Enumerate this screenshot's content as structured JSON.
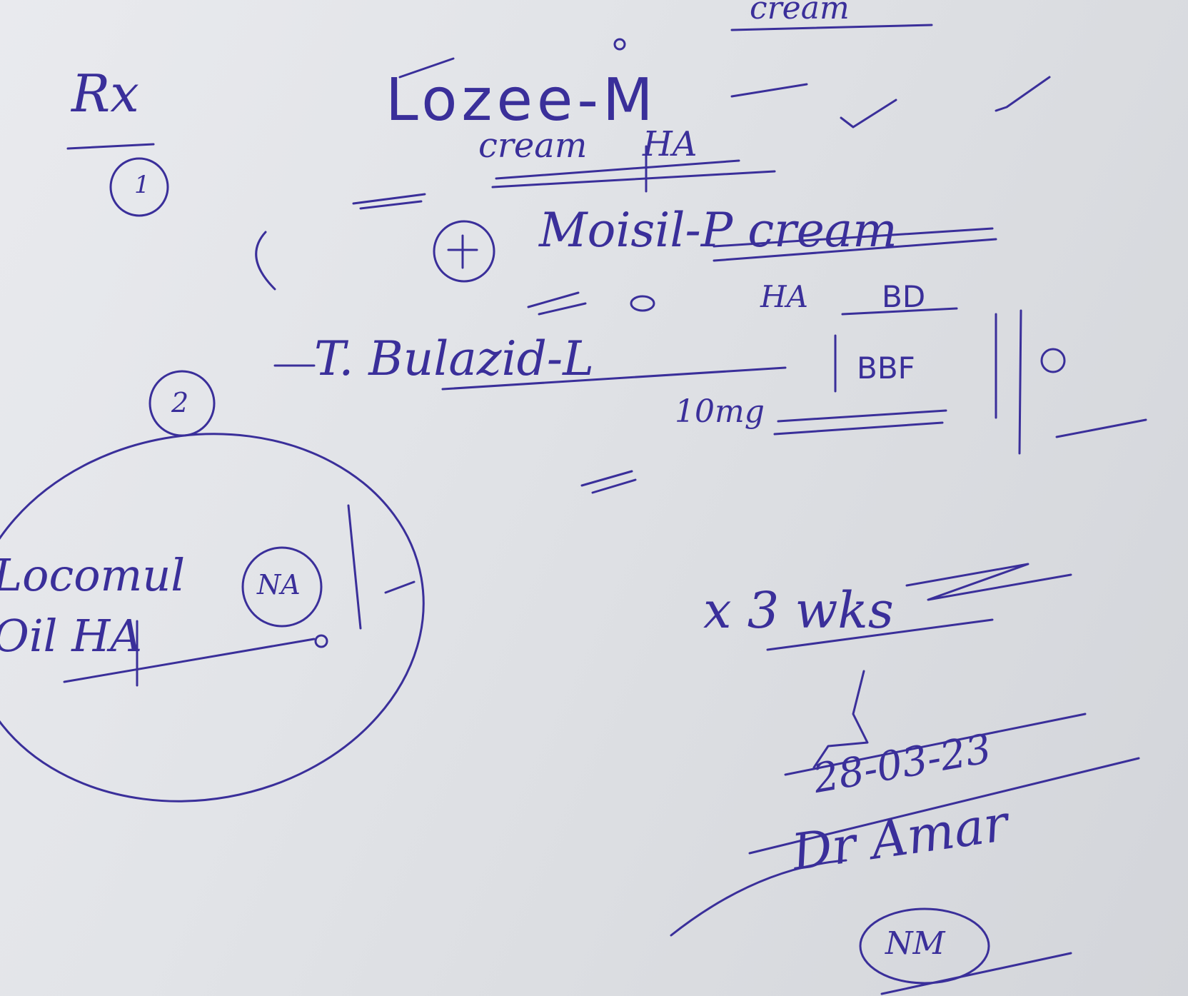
{
  "prescription": {
    "header_fragment": "cream",
    "rx_symbol": "Rx",
    "items": [
      {
        "number": "1",
        "name": "Lozee-M",
        "note": ""
      },
      {
        "number": "1",
        "name": "cream",
        "note": "HA"
      },
      {
        "number": "1",
        "name": "Moisil-P cream",
        "note": "HA"
      },
      {
        "number": "2",
        "name": "T. Bulazid-L",
        "note": "BD"
      },
      {
        "number": "",
        "name": "10mg",
        "note": "BBF"
      }
    ],
    "circled_block": {
      "line1": "Locomul",
      "line2": "Oil HA",
      "circled_label": "NA"
    },
    "duration": "x 3 wks",
    "date": "28-03-23",
    "doctor": "Dr Amar",
    "initials": "NM",
    "colors": {
      "ink": "#3a2f9a",
      "paper": "#e4e6ea"
    }
  }
}
